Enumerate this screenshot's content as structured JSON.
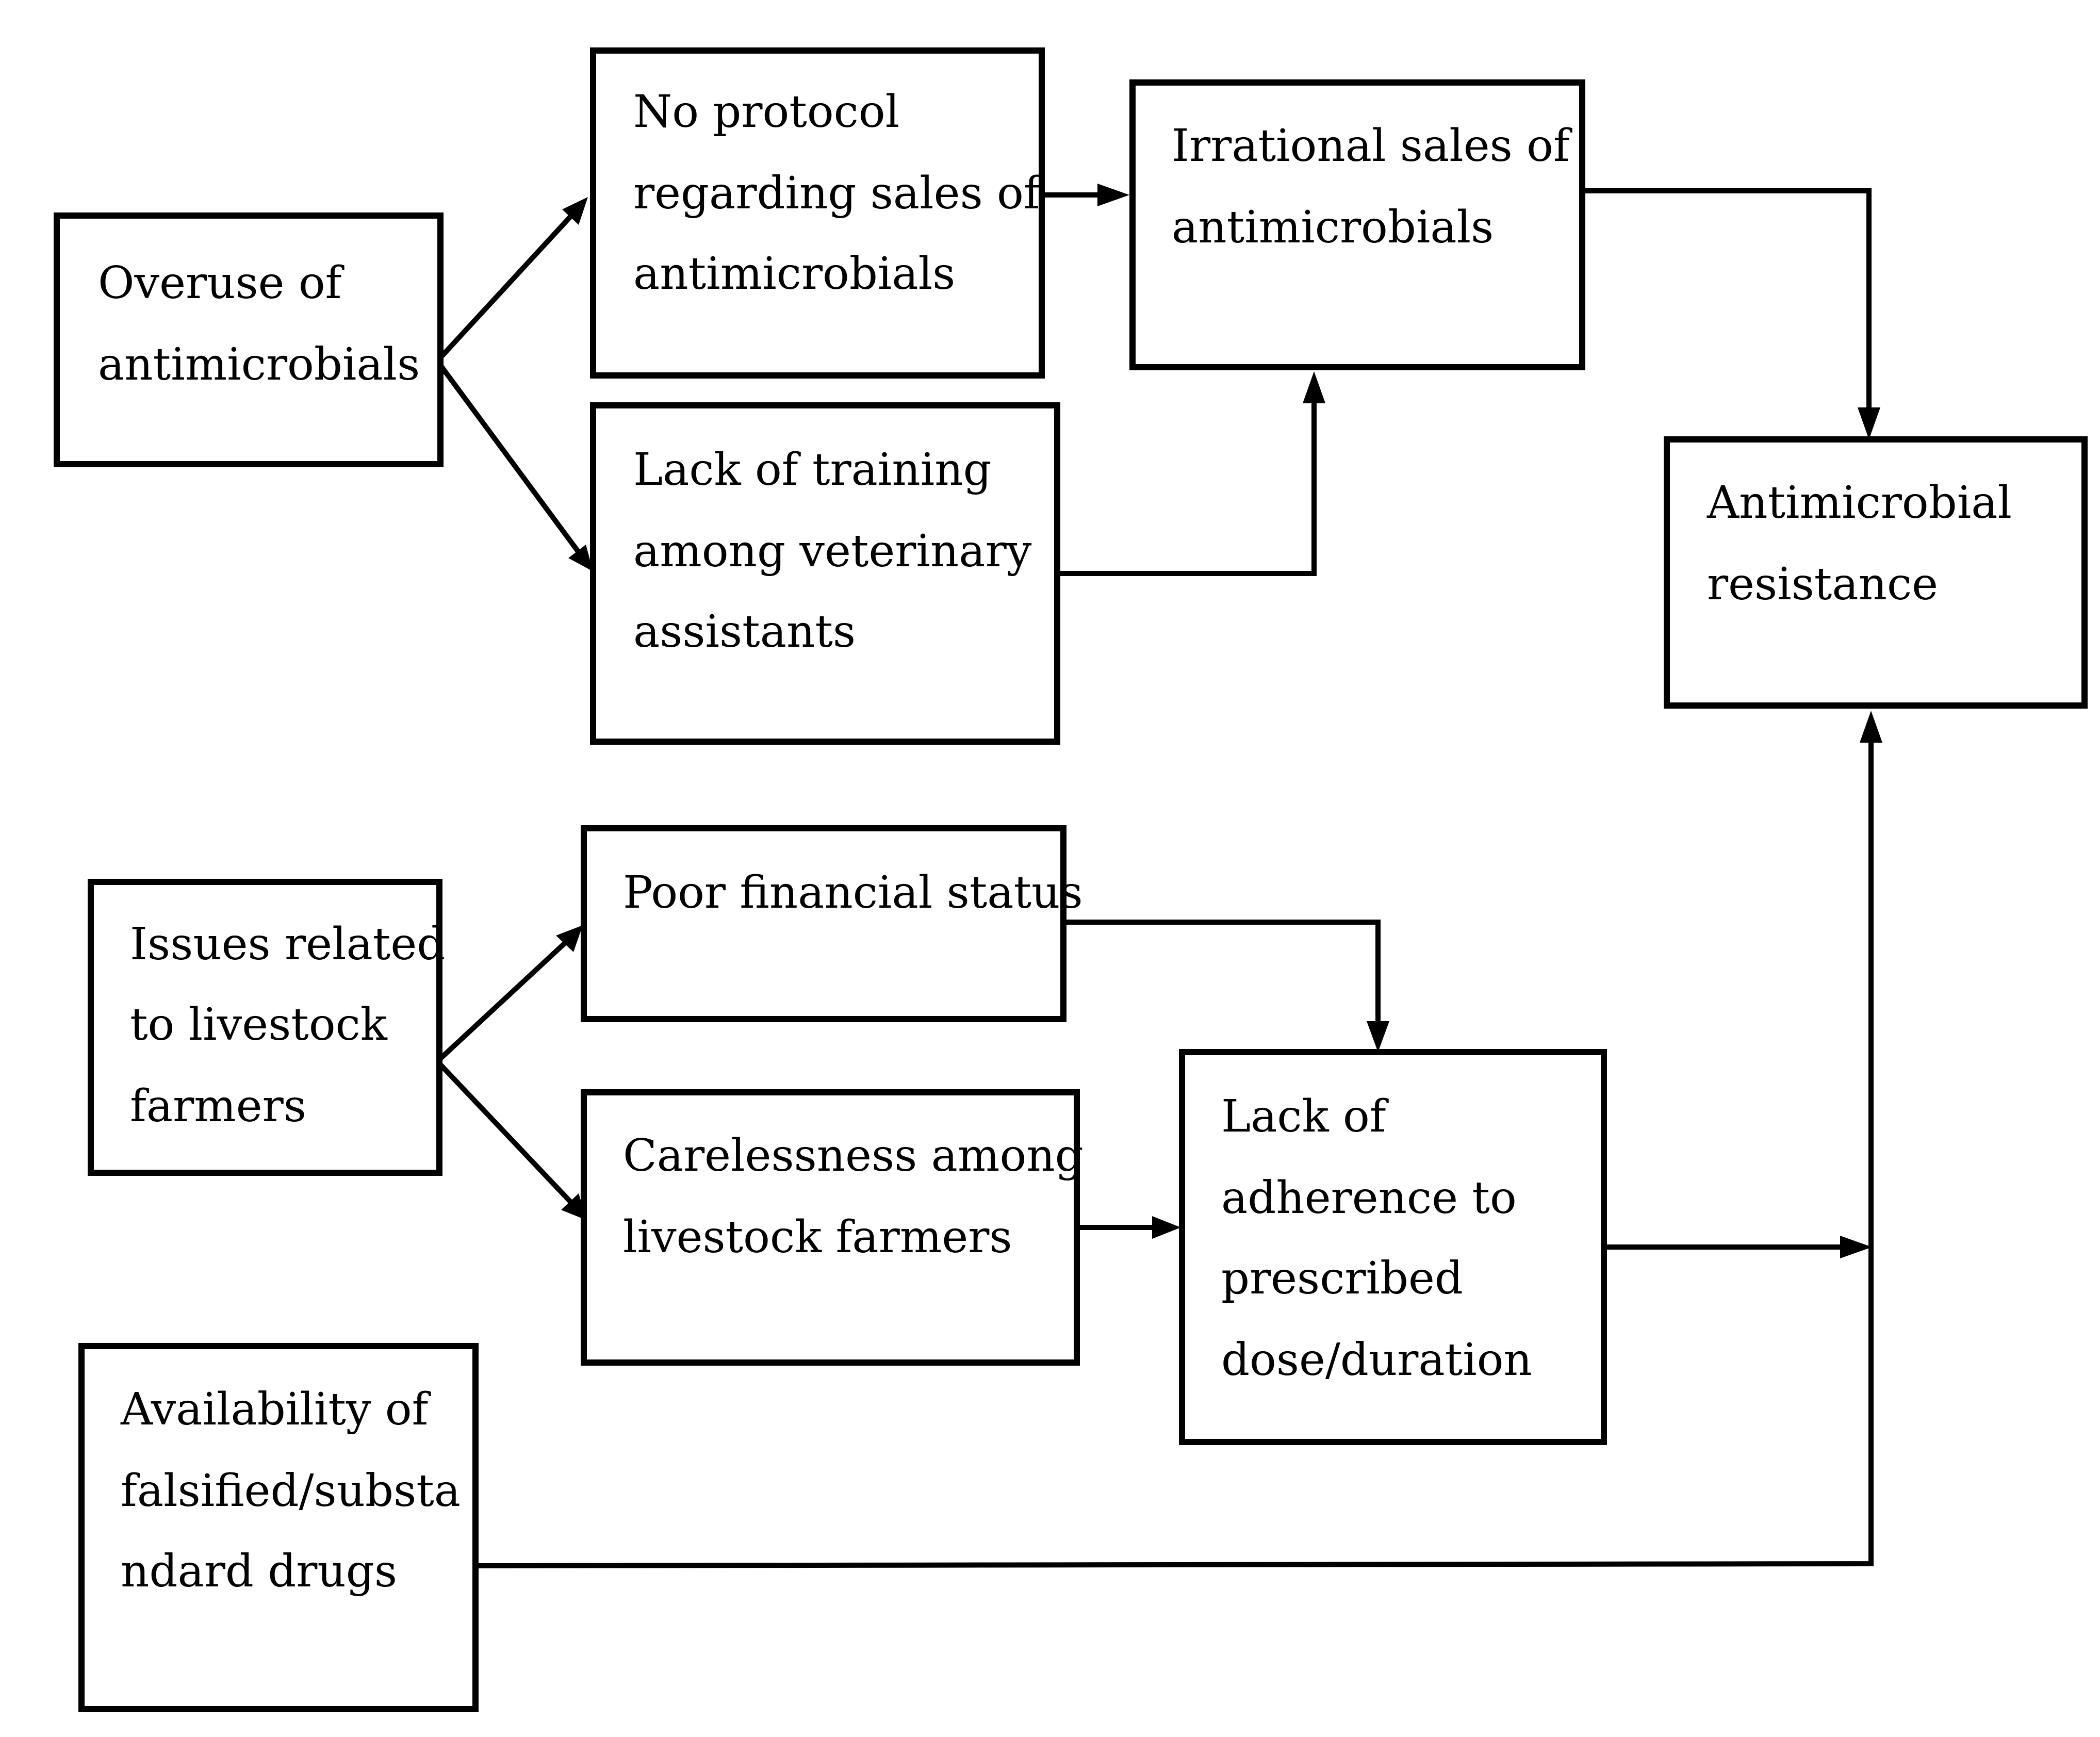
{
  "diagram": {
    "colors": {
      "stroke": "#000000",
      "box_fill": "#ffffff",
      "text": "#000000",
      "background": "#ffffff"
    },
    "nodes": {
      "overuse": {
        "lines": [
          "Overuse of",
          "antimicrobials"
        ]
      },
      "no_protocol": {
        "lines": [
          "No protocol",
          "regarding sales of",
          "antimicrobials"
        ]
      },
      "lack_training": {
        "lines": [
          "Lack of training",
          "among veterinary",
          "assistants"
        ]
      },
      "irrational_sales": {
        "lines": [
          "Irrational sales of",
          "antimicrobials"
        ]
      },
      "amr": {
        "lines": [
          "Antimicrobial",
          "resistance"
        ]
      },
      "issues_farmers": {
        "lines": [
          "Issues related",
          "to livestock",
          "farmers"
        ]
      },
      "poor_financial": {
        "lines": [
          "Poor financial status"
        ]
      },
      "carelessness": {
        "lines": [
          "Carelessness among",
          "livestock farmers"
        ]
      },
      "lack_adherence": {
        "lines": [
          "Lack of",
          "adherence to",
          "prescribed",
          "dose/duration"
        ]
      },
      "availability": {
        "lines": [
          "Availability of",
          "falsified/substa",
          "ndard drugs"
        ]
      }
    },
    "edges": [
      {
        "from": "overuse",
        "to": "no_protocol"
      },
      {
        "from": "overuse",
        "to": "lack_training"
      },
      {
        "from": "no_protocol",
        "to": "irrational_sales"
      },
      {
        "from": "lack_training",
        "to": "irrational_sales"
      },
      {
        "from": "irrational_sales",
        "to": "amr"
      },
      {
        "from": "issues_farmers",
        "to": "poor_financial"
      },
      {
        "from": "issues_farmers",
        "to": "carelessness"
      },
      {
        "from": "poor_financial",
        "to": "lack_adherence"
      },
      {
        "from": "carelessness",
        "to": "lack_adherence"
      },
      {
        "from": "lack_adherence",
        "to": "amr"
      },
      {
        "from": "availability",
        "to": "amr"
      }
    ]
  }
}
